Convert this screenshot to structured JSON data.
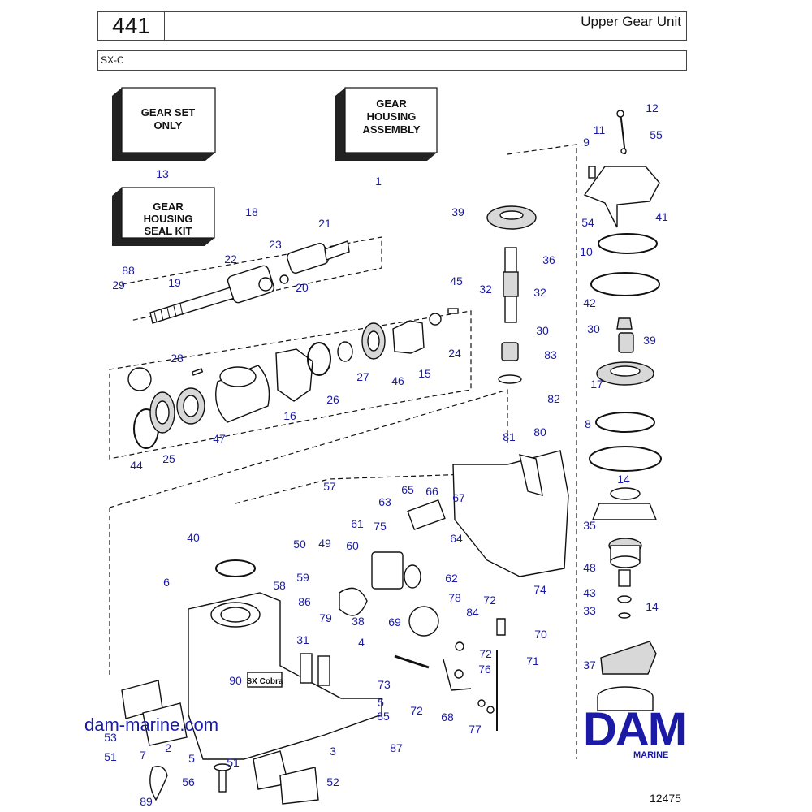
{
  "header": {
    "page_number": "441",
    "title": "Upper Gear Unit",
    "model": "SX-C"
  },
  "kits": {
    "gear_set": "GEAR SET ONLY",
    "gear_housing_assembly": "GEAR HOUSING ASSEMBLY",
    "seal_kit": "GEAR HOUSING SEAL KIT"
  },
  "part_labels": [
    "1",
    "2",
    "3",
    "4",
    "5",
    "6",
    "7",
    "8",
    "9",
    "10",
    "11",
    "12",
    "13",
    "14",
    "15",
    "16",
    "17",
    "18",
    "19",
    "20",
    "21",
    "22",
    "23",
    "24",
    "25",
    "26",
    "27",
    "28",
    "29",
    "30",
    "31",
    "32",
    "33",
    "35",
    "36",
    "37",
    "38",
    "39",
    "40",
    "41",
    "42",
    "43",
    "44",
    "45",
    "46",
    "47",
    "48",
    "49",
    "50",
    "51",
    "52",
    "53",
    "54",
    "55",
    "56",
    "57",
    "58",
    "59",
    "60",
    "61",
    "62",
    "63",
    "64",
    "65",
    "66",
    "67",
    "68",
    "69",
    "70",
    "71",
    "72",
    "73",
    "74",
    "75",
    "76",
    "77",
    "78",
    "79",
    "80",
    "81",
    "82",
    "83",
    "84",
    "85",
    "86",
    "87",
    "88",
    "89",
    "90"
  ],
  "cast_text": "SX Cobra",
  "watermark_text": "dam-marine.com",
  "logo": {
    "name": "DAM",
    "sub": "MARINE",
    "color": "#1a1aa6"
  },
  "figure_number": "12475"
}
